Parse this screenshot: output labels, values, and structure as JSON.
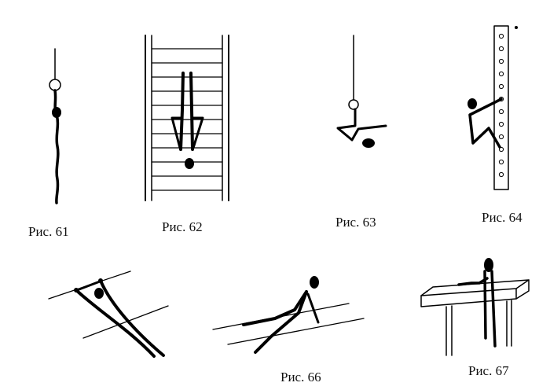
{
  "figures": [
    {
      "id": "fig-61",
      "caption": "Рис. 61",
      "subject": "hanging on a rope with a ring"
    },
    {
      "id": "fig-62",
      "caption": "Рис. 62",
      "subject": "hanging upside down on a gymnastic wall"
    },
    {
      "id": "fig-63",
      "caption": "Рис. 63",
      "subject": "tuck hang on a ring"
    },
    {
      "id": "fig-64",
      "caption": "Рис. 64",
      "subject": "climbing on a perforated pole"
    },
    {
      "id": "fig-65",
      "caption": "",
      "subject": "lying on inclined bars"
    },
    {
      "id": "fig-66",
      "caption": "Рис. 66",
      "subject": "support on low bars"
    },
    {
      "id": "fig-67",
      "caption": "Рис. 67",
      "subject": "standing at a gymnastic beam"
    }
  ]
}
